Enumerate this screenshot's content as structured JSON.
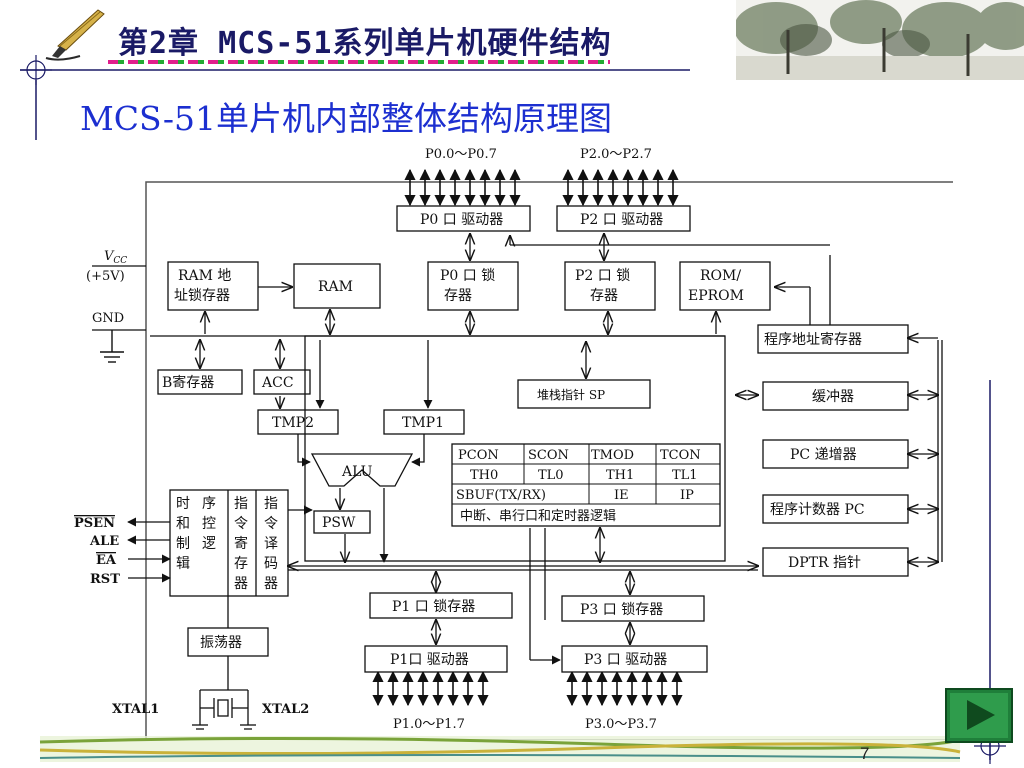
{
  "slide": {
    "chapter_title": "第2章 MCS-51系列单片机硬件结构",
    "heading": "MCS-51单片机内部整体结构原理图",
    "page_number": "7"
  },
  "icons": [
    "quill-pen-icon",
    "next-arrow-icon",
    "crosshair-icon",
    "crystal-icon",
    "ground-icon"
  ],
  "colors": {
    "chapter_title": "#1a1a66",
    "heading": "#1c2fd0",
    "next_button": "#1f7f3a",
    "arrow": "#1a6d2c"
  },
  "diagram": {
    "ports": {
      "p0": "P0.0～P0.7",
      "p2": "P2.0～P2.7",
      "p1": "P1.0～P1.7",
      "p3": "P3.0～P3.7"
    },
    "power": {
      "vcc": "V",
      "vcc_sub": "CC",
      "plus5v": "(+5V)",
      "gnd": "GND"
    },
    "blocks": {
      "p0_driver": "P0 口 驱动器",
      "p2_driver": "P2 口 驱动器",
      "ram_addr_line1": "RAM 地",
      "ram_addr_line2": "址锁存器",
      "ram": "RAM",
      "p0_latch_line1": "P0 口 锁",
      "p0_latch_line2": "存器",
      "p2_latch_line1": "P2 口 锁",
      "p2_latch_line2": "存器",
      "rom_line1": "ROM/",
      "rom_line2": "EPROM",
      "prog_addr_reg": "程序地址寄存器",
      "b_reg": "B寄存器",
      "acc": "ACC",
      "sp": "堆栈指针 SP",
      "buffer": "缓冲器",
      "tmp2": "TMP2",
      "tmp1": "TMP1",
      "pc_inc": "PC 递增器",
      "alu": "ALU",
      "psw": "PSW",
      "pc": "程序计数器 PC",
      "dptr": "DPTR 指针",
      "p1_latch": "P1 口 锁存器",
      "p3_latch": "P3 口 锁存器",
      "p1_driver": "P1口 驱动器",
      "p3_driver": "P3 口 驱动器",
      "oscillator": "振荡器"
    },
    "sfr_table": {
      "rows": [
        [
          "PCON",
          "SCON",
          "TMOD",
          "TCON"
        ],
        [
          "TH0",
          "TL0",
          "TH1",
          "TL1"
        ],
        [
          "SBUF(TX/RX)",
          "IE",
          "IP"
        ]
      ],
      "footer": "中断、串行口和定时器逻辑"
    },
    "control": {
      "timing": [
        "时",
        "序",
        "和",
        "控",
        "制",
        "逻",
        "辑"
      ],
      "instr_reg": [
        "指",
        "令",
        "寄",
        "存",
        "器"
      ],
      "instr_dec": [
        "指",
        "令",
        "译",
        "码",
        "器"
      ]
    },
    "pins": {
      "psen": "PSEN",
      "ale": "ALE",
      "ea": "EA",
      "rst": "RST",
      "xtal1": "XTAL1",
      "xtal2": "XTAL2"
    }
  }
}
